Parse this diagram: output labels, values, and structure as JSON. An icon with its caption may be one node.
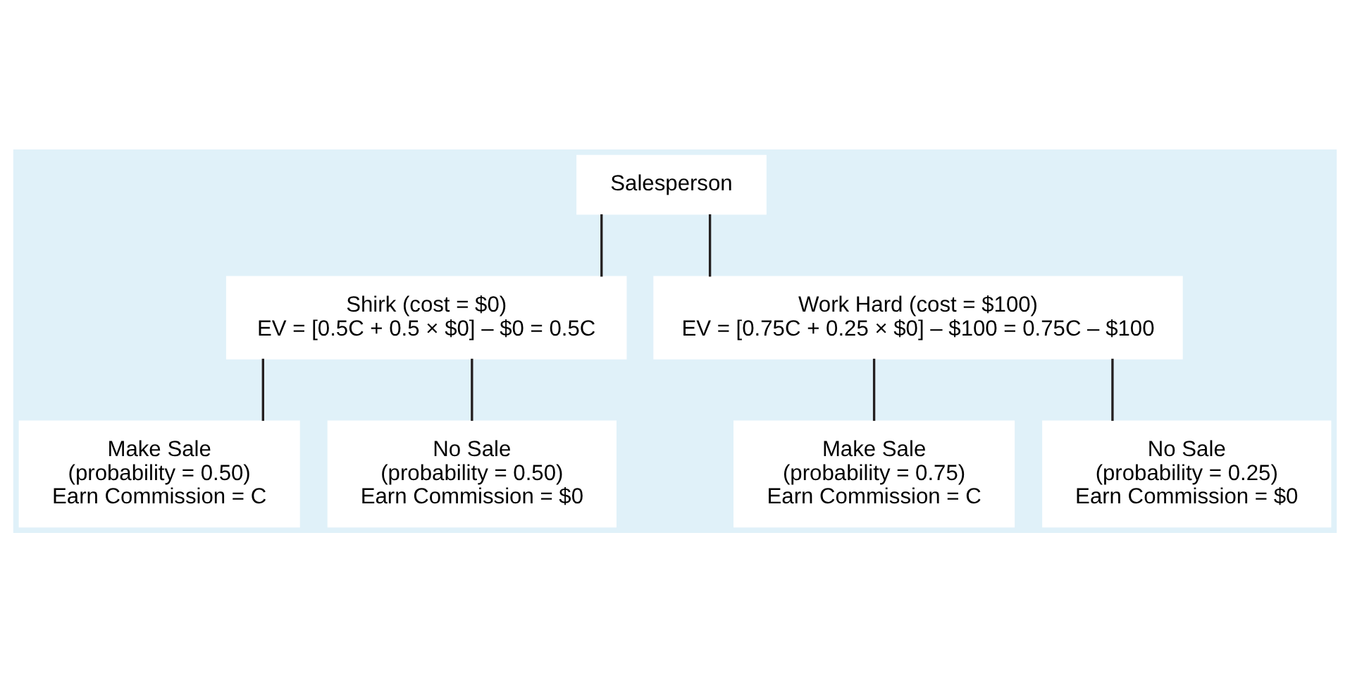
{
  "diagram": {
    "nodes": [
      {
        "text": [
          "Salesperson"
        ]
      },
      {
        "text": [
          "Shirk (cost = $0)",
          "EV = [0.5C + 0.5 × $0] – $0 = 0.5C"
        ]
      },
      {
        "text": [
          "Work Hard (cost = $100)",
          "EV = [0.75C + 0.25 × $0] – $100 = 0.75C – $100"
        ]
      },
      {
        "text": [
          "Make Sale",
          "(probability = 0.50)",
          "Earn Commission = C"
        ]
      },
      {
        "text": [
          "No Sale",
          "(probability = 0.50)",
          "Earn Commission = $0"
        ]
      },
      {
        "text": [
          "Make Sale",
          "(probability = 0.75)",
          "Earn Commission = C"
        ]
      },
      {
        "text": [
          "No Sale",
          "(probability = 0.25)",
          "Earn Commission = $0"
        ]
      }
    ],
    "edges": [
      {
        "from": 0,
        "to": 1,
        "arrow": "none"
      },
      {
        "from": 0,
        "to": 2,
        "arrow": "none"
      },
      {
        "from": 1,
        "to": 3,
        "arrow": "none"
      },
      {
        "from": 1,
        "to": 4,
        "arrow": "none"
      },
      {
        "from": 2,
        "to": 5,
        "arrow": "none"
      },
      {
        "from": 2,
        "to": 6,
        "arrow": "none"
      }
    ]
  }
}
